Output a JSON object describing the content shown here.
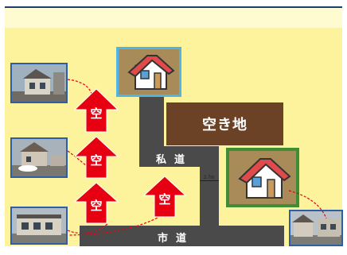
{
  "roads": {
    "private": "私道",
    "city": "市道",
    "width": "2.7m"
  },
  "vacant_lot": {
    "label": "空き地"
  },
  "arrows": {
    "vacant_label": "空"
  },
  "icons": {
    "house": "house-icon",
    "photo": "house-photo"
  },
  "colors": {
    "panel": "#fdf39c",
    "road": "#4a4a4a",
    "vacant_lot": "#6b4226",
    "arrow": "#e60012",
    "house_frame_blue": "#4fb6e3",
    "house_frame_green": "#3f8d34",
    "photo_frame": "#2e5fa6",
    "leader_line": "#e60012"
  }
}
